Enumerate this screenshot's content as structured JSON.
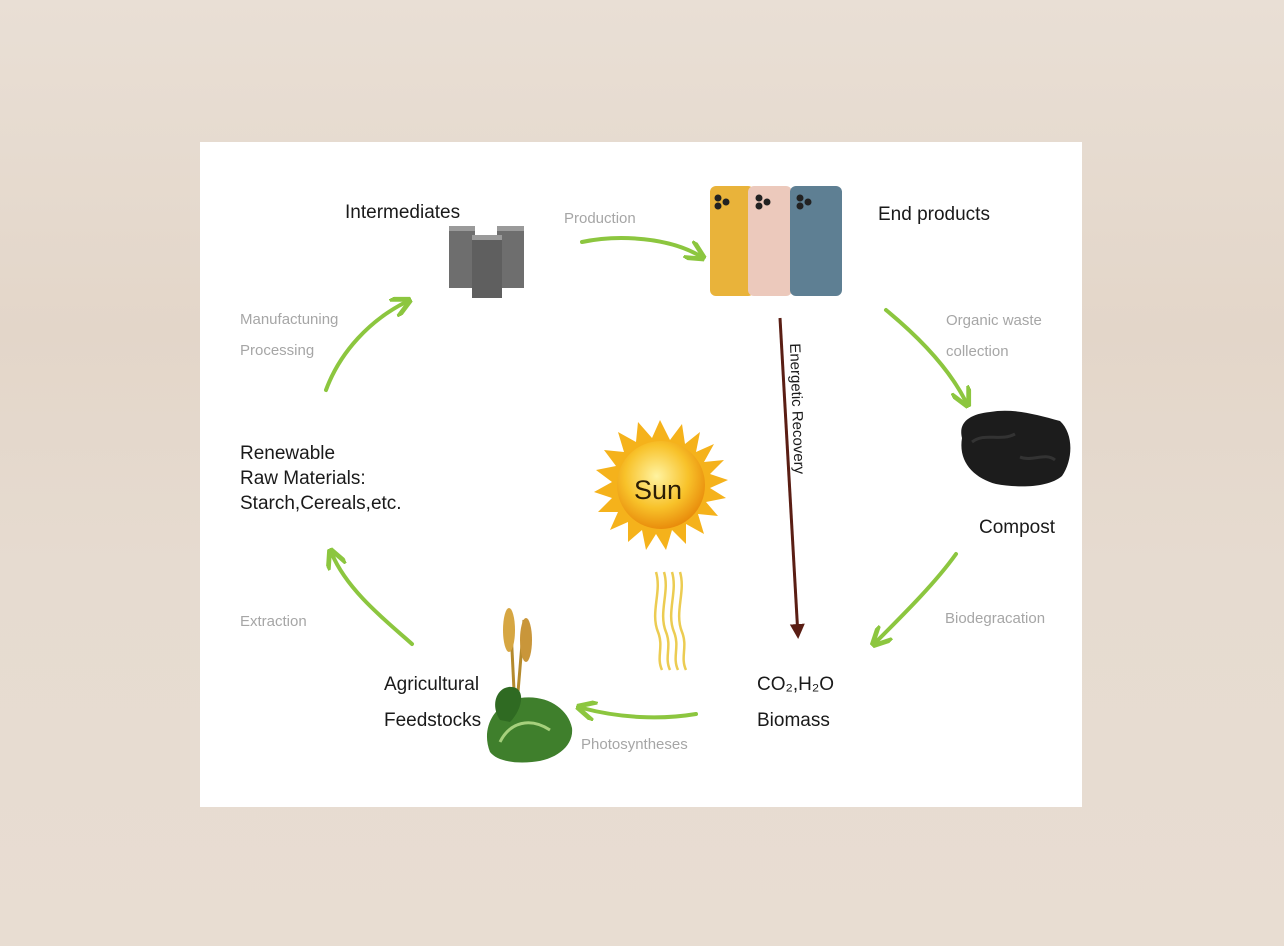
{
  "nodes": {
    "intermediates": "Intermediates",
    "end_products": "End products",
    "compost": "Compost",
    "co2_h2o": "CO₂,H₂O",
    "biomass": "Biomass",
    "agricultural": "Agricultural",
    "feedstocks": "Feedstocks",
    "renewable_1": "Renewable",
    "renewable_2": "Raw Materials:",
    "renewable_3": "Starch,Cereals,etc.",
    "sun": "Sun"
  },
  "edges": {
    "production": "Production",
    "manufacturing": "Manufactuning",
    "processing": "Processing",
    "organic_1": "Organic waste",
    "organic_2": "collection",
    "energetic": "Energetic Recovery",
    "biodegradation": "Biodegracation",
    "photosyntheses": "Photosyntheses",
    "extraction": "Extraction"
  },
  "colors": {
    "arrow_green": "#8cc63f",
    "arrow_brown": "#5a1e14",
    "phone_yellow": "#e9b33a",
    "phone_pink": "#ecc9bc",
    "phone_blue": "#5e7f93",
    "sun": "#f5b21b"
  }
}
